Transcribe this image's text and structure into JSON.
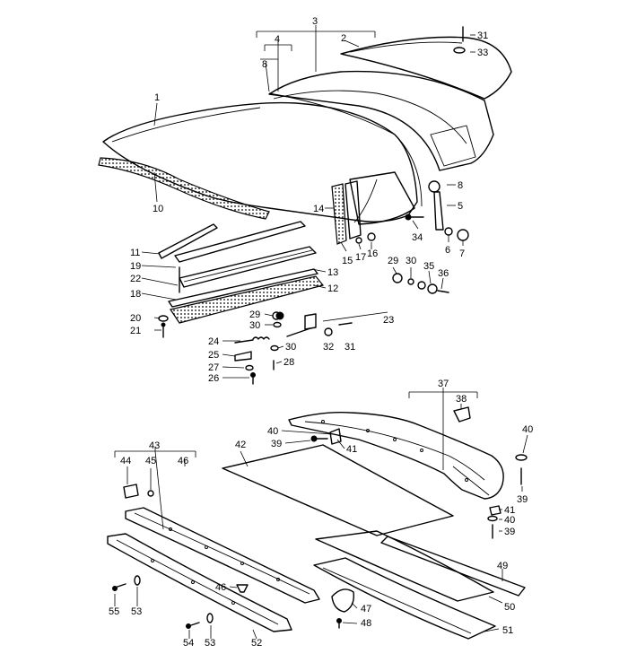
{
  "diagram": {
    "callouts": {
      "n1": "1",
      "n2": "2",
      "n3": "3",
      "n4": "4",
      "n5": "5",
      "n6": "6",
      "n7": "7",
      "n8a": "8",
      "n8b": "8",
      "n10": "10",
      "n11": "11",
      "n12": "12",
      "n13": "13",
      "n14": "14",
      "n15": "15",
      "n16": "16",
      "n17": "17",
      "n18": "18",
      "n19": "19",
      "n20": "20",
      "n21": "21",
      "n22": "22",
      "n23": "23",
      "n24": "24",
      "n25": "25",
      "n26": "26",
      "n27": "27",
      "n28": "28",
      "n29a": "29",
      "n29b": "29",
      "n30a": "30",
      "n30b": "30",
      "n30c": "30",
      "n31a": "31",
      "n31b": "31",
      "n32": "32",
      "n33": "33",
      "n34": "34",
      "n35": "35",
      "n36": "36",
      "n37": "37",
      "n38": "38",
      "n39a": "39",
      "n39b": "39",
      "n39c": "39",
      "n40a": "40",
      "n40b": "40",
      "n40c": "40",
      "n41a": "41",
      "n41b": "41",
      "n42": "42",
      "n43": "43",
      "n44": "44",
      "n45": "45",
      "n46a": "46",
      "n46b": "46",
      "n47": "47",
      "n48": "48",
      "n49": "49",
      "n50": "50",
      "n51": "51",
      "n52": "52",
      "n53a": "53",
      "n53b": "53",
      "n54": "54",
      "n55": "55"
    }
  }
}
